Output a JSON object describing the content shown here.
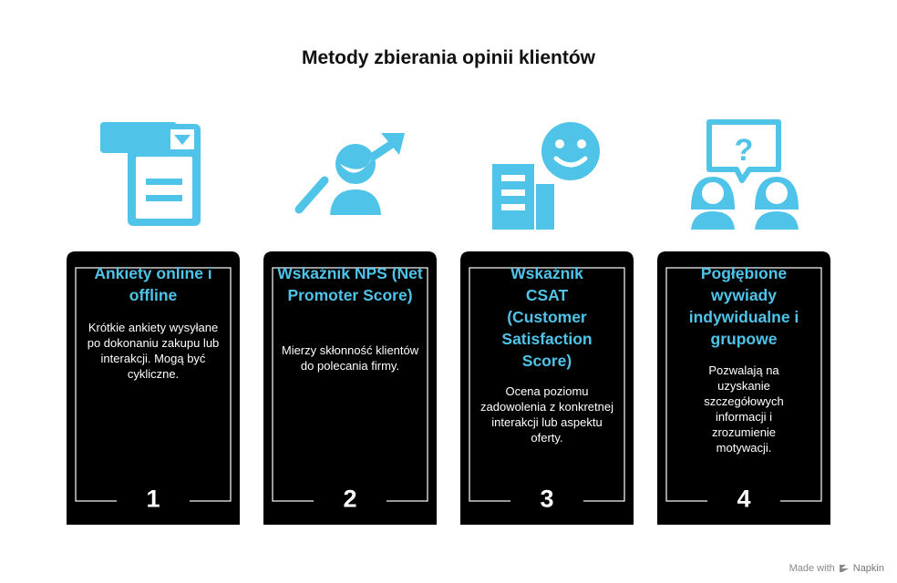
{
  "title": "Metody zbierania opinii klientów",
  "colors": {
    "accent": "#4fc3e8",
    "card": "#000000",
    "text": "#ffffff"
  },
  "cards": [
    {
      "number": "1",
      "title": "Ankiety online i offline",
      "description": "Krótkie ankiety wysyłane po dokonaniu zakupu lub interakcji. Mogą być cykliczne.",
      "icon": "survey-form-icon"
    },
    {
      "number": "2",
      "title": "Wskaźnik NPS (Net Promoter Score)",
      "description": "Mierzy skłonność klientów do polecania firmy.",
      "icon": "person-growth-arrow-icon"
    },
    {
      "number": "3",
      "title": "Wskaźnik CSAT (Customer Satisfaction Score)",
      "description": "Ocena poziomu zadowolenia z konkretnej interakcji lub aspektu oferty.",
      "icon": "smiley-bar-chart-icon"
    },
    {
      "number": "4",
      "title": "Pogłębione wywiady indywidualne i grupowe",
      "description": "Pozwalają na uzyskanie szczegółowych informacji i zrozumienie motywacji.",
      "icon": "interview-question-icon"
    }
  ],
  "footer": {
    "made_with": "Made with",
    "brand": "Napkin"
  }
}
